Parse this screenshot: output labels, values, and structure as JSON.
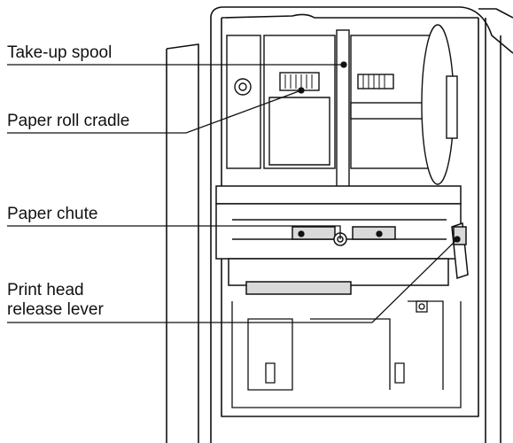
{
  "diagram": {
    "callouts": [
      {
        "id": "take-up-spool",
        "label": "Take-up spool"
      },
      {
        "id": "paper-roll-cradle",
        "label": "Paper roll cradle"
      },
      {
        "id": "paper-chute",
        "label": "Paper chute"
      },
      {
        "id": "print-head-release-lever",
        "label": "Print head\nrelease lever"
      }
    ],
    "colors": {
      "line": "#111111",
      "fill": "#ffffff",
      "shade": "#d9d9d9"
    }
  }
}
